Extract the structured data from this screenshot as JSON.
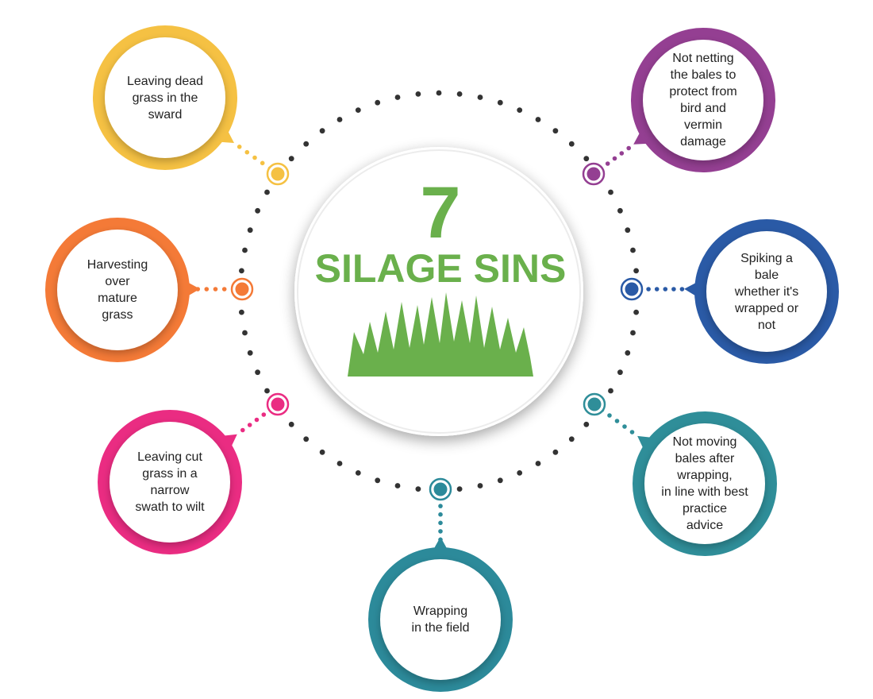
{
  "header": {
    "number": "7",
    "title": "SILAGE SINS",
    "accent_color": "#6ab04c"
  },
  "sins": [
    {
      "text": "Leaving dead\ngrass in the\nsward",
      "color": "#f5c143"
    },
    {
      "text": "Harvesting\nover\nmature\ngrass",
      "color": "#f47a37"
    },
    {
      "text": "Leaving cut\ngrass in a\nnarrow\nswath to wilt",
      "color": "#ea2c82"
    },
    {
      "text": "Wrapping\nin the field",
      "color": "#2c8a9a"
    },
    {
      "text": "Not moving\nbales after\nwrapping,\nin line with best\npractice\nadvice",
      "color": "#2f8e99"
    },
    {
      "text": "Spiking a\nbale\nwhether it's\nwrapped or\nnot",
      "color": "#2a5aa6"
    },
    {
      "text": "Not netting\nthe bales to\nprotect from\nbird and\nvermin\ndamage",
      "color": "#943f92"
    }
  ],
  "ring_dot_color": "#333333",
  "icons": {
    "center": "grass-icon"
  }
}
